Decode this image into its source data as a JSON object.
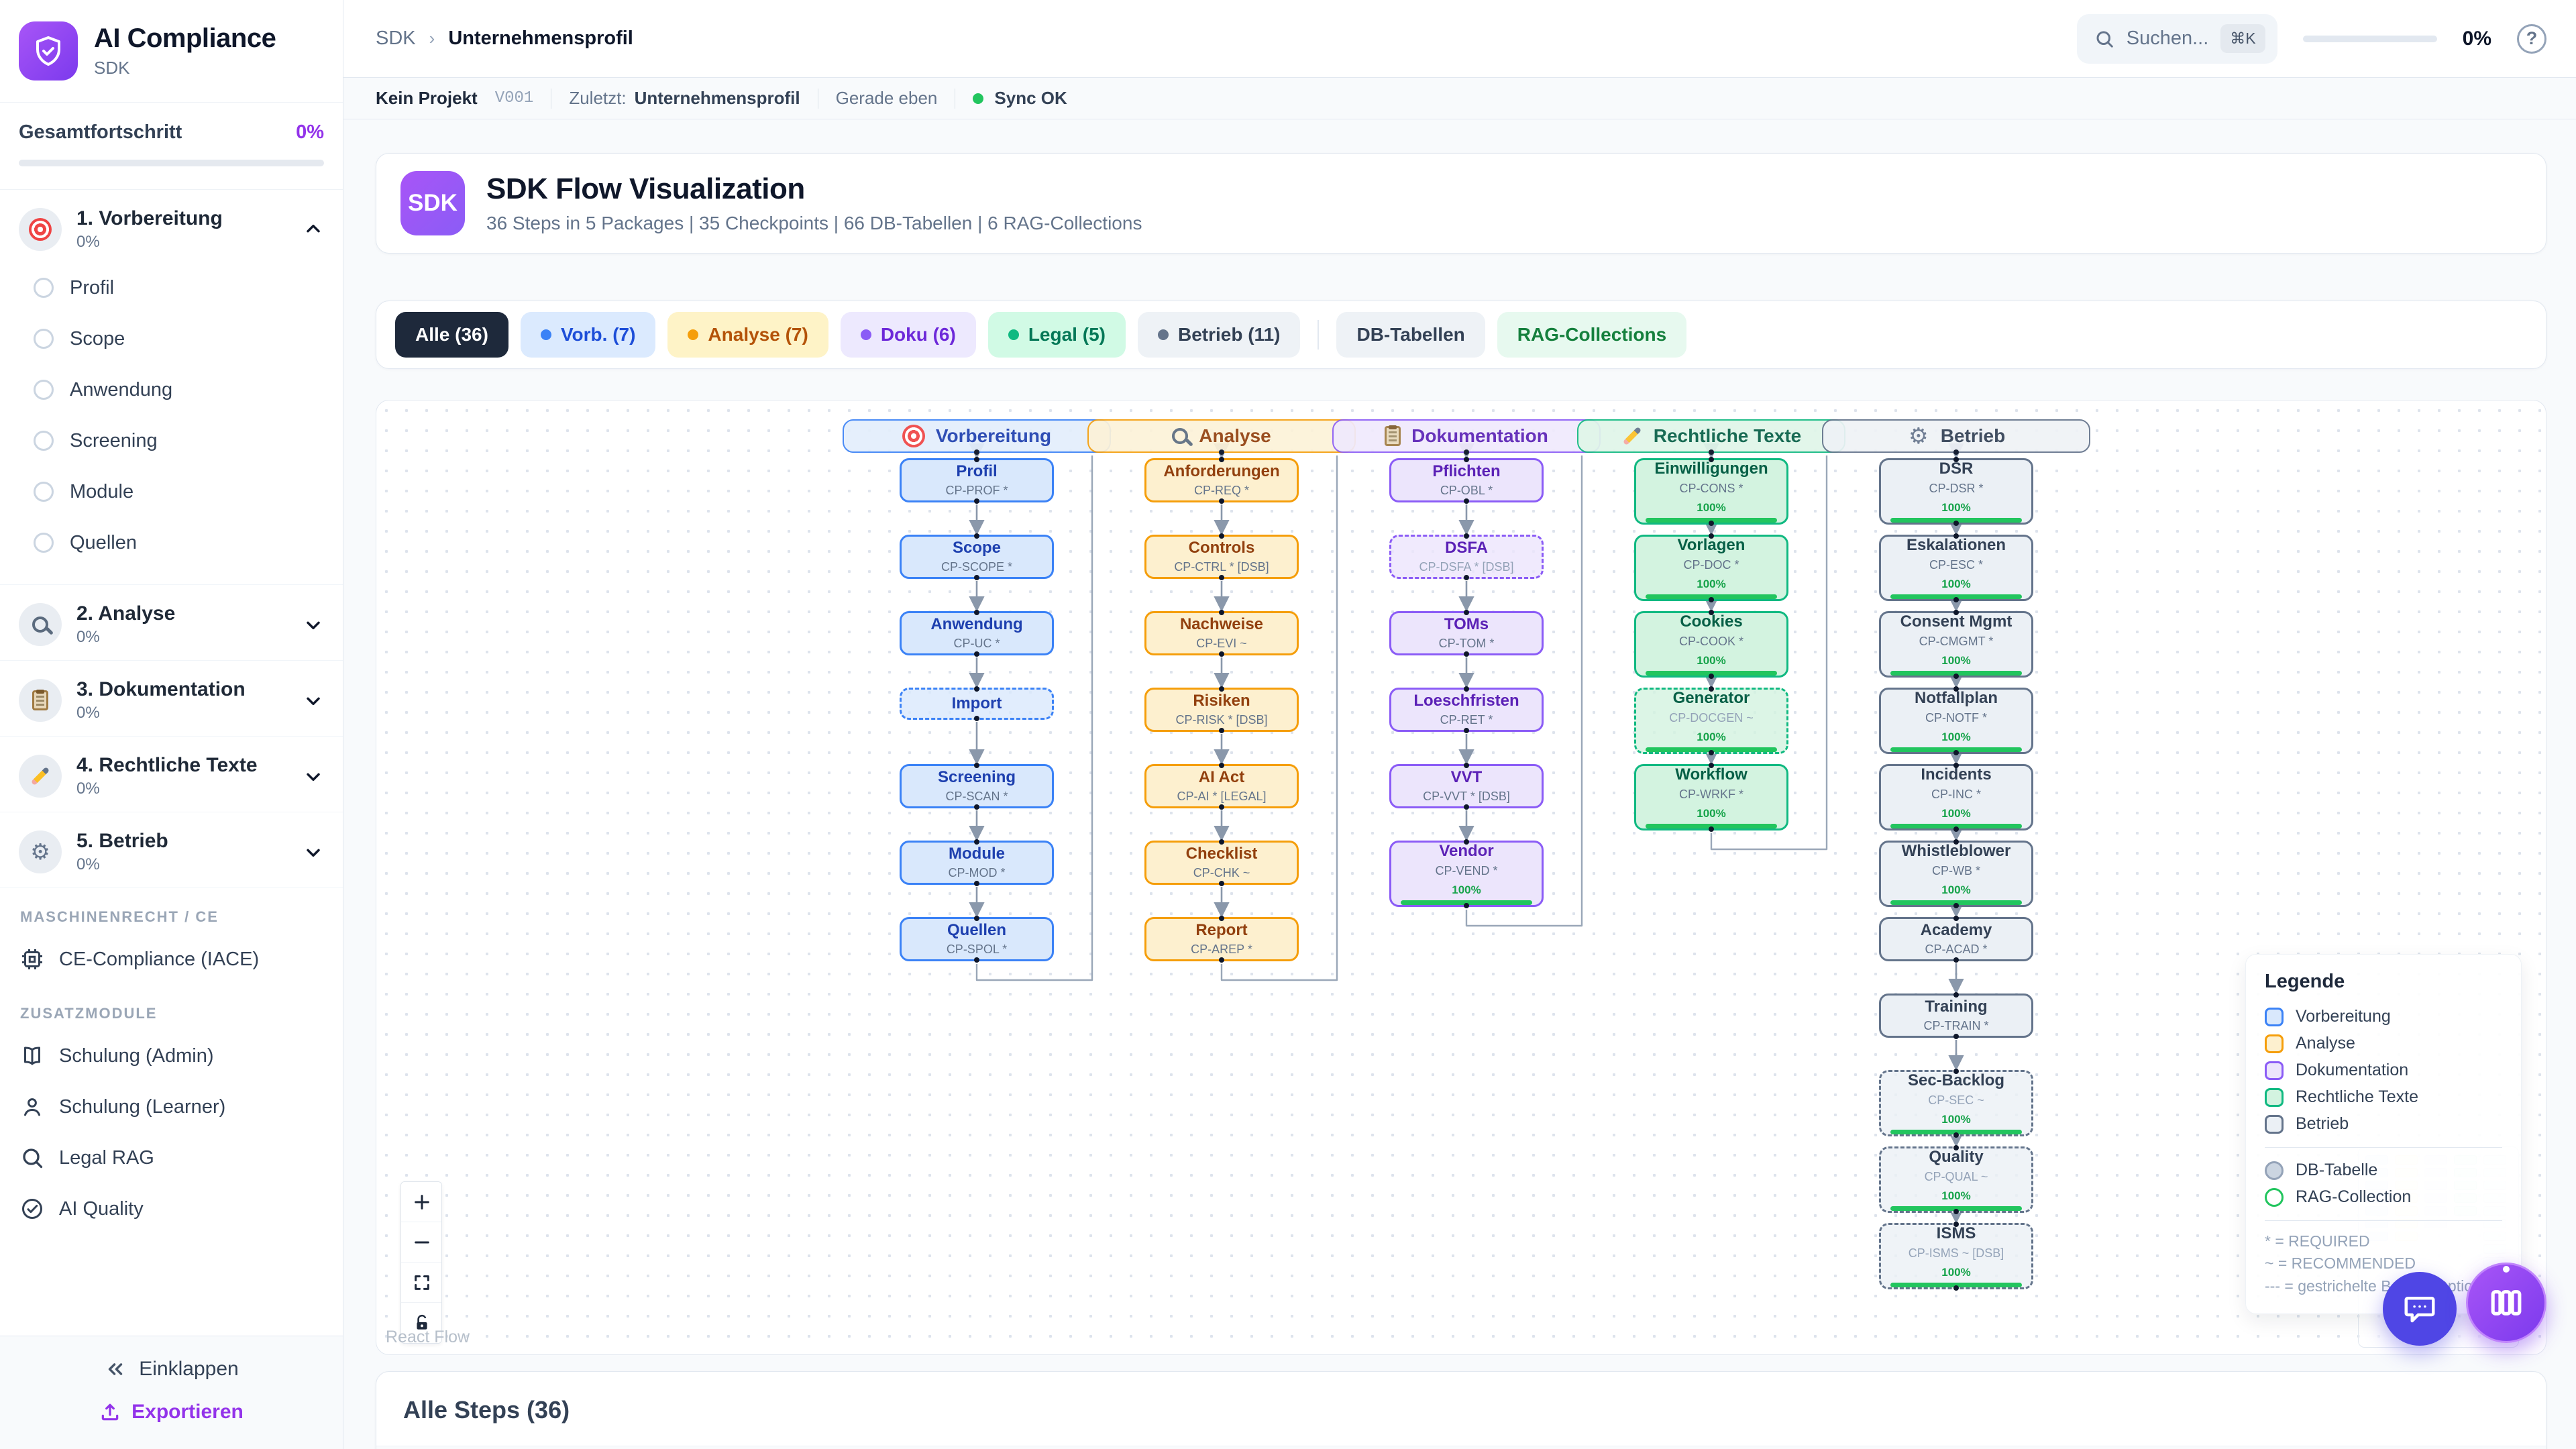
{
  "app": {
    "name": "AI Compliance",
    "subtitle": "SDK"
  },
  "sidebar": {
    "overall_label": "Gesamtfortschritt",
    "overall_value": "0%",
    "sections": [
      {
        "label": "1. Vorbereitung",
        "pct": "0%",
        "icon": "target-icon",
        "expanded": true,
        "items": [
          "Profil",
          "Scope",
          "Anwendung",
          "Screening",
          "Module",
          "Quellen"
        ]
      },
      {
        "label": "2. Analyse",
        "pct": "0%",
        "icon": "magnifier-icon",
        "expanded": false,
        "items": []
      },
      {
        "label": "3. Dokumentation",
        "pct": "0%",
        "icon": "clipboard-icon",
        "expanded": false,
        "items": []
      },
      {
        "label": "4. Rechtliche Texte",
        "pct": "0%",
        "icon": "pencil-icon",
        "expanded": false,
        "items": []
      },
      {
        "label": "5. Betrieb",
        "pct": "0%",
        "icon": "gear-icon",
        "expanded": false,
        "items": []
      }
    ],
    "machine_label": "MASCHINENRECHT / CE",
    "machine_items": [
      {
        "icon": "cpu-icon",
        "label": "CE-Compliance (IACE)"
      }
    ],
    "addons_label": "ZUSATZMODULE",
    "addon_items": [
      {
        "icon": "book-icon",
        "label": "Schulung (Admin)"
      },
      {
        "icon": "user-icon",
        "label": "Schulung (Learner)"
      },
      {
        "icon": "search-icon",
        "label": "Legal RAG"
      },
      {
        "icon": "check-circle-icon",
        "label": "AI Quality"
      }
    ],
    "collapse_label": "Einklappen",
    "export_label": "Exportieren"
  },
  "header": {
    "breadcrumb_root": "SDK",
    "breadcrumb_current": "Unternehmensprofil",
    "search_placeholder": "Suchen...",
    "search_kbd": "⌘K",
    "progress_pct": "0%"
  },
  "statusbar": {
    "project": "Kein Projekt",
    "version": "V001",
    "last_label": "Zuletzt:",
    "last_value": "Unternehmensprofil",
    "time": "Gerade eben",
    "sync": "Sync OK"
  },
  "hero": {
    "avatar": "SDK",
    "title": "SDK Flow Visualization",
    "subtitle": "36 Steps in 5 Packages | 35 Checkpoints | 66 DB-Tabellen | 6 RAG-Collections"
  },
  "filters": [
    {
      "label": "Alle (36)",
      "bg": "#1e293b",
      "fg": "#ffffff",
      "active": true
    },
    {
      "label": "Vorb. (7)",
      "dot": "#3b82f6",
      "bg": "#dbeafe",
      "fg": "#1d4ed8"
    },
    {
      "label": "Analyse (7)",
      "dot": "#f59e0b",
      "bg": "#fef3c7",
      "fg": "#b45309"
    },
    {
      "label": "Doku (6)",
      "dot": "#8b5cf6",
      "bg": "#ede9fe",
      "fg": "#6d28d9"
    },
    {
      "label": "Legal (5)",
      "dot": "#10b981",
      "bg": "#d1fae5",
      "fg": "#047857"
    },
    {
      "label": "Betrieb (11)",
      "dot": "#64748b",
      "bg": "#eef2f6",
      "fg": "#334155"
    },
    {
      "divider": true
    },
    {
      "label": "DB-Tabellen",
      "bg": "#eef2f6",
      "fg": "#334155"
    },
    {
      "label": "RAG-Collections",
      "bg": "#e7f9ef",
      "fg": "#15803d"
    }
  ],
  "flow": {
    "schemes": {
      "blue": {
        "border": "#3b82f6",
        "bg": "#d9e8fc",
        "hbg": "#e3eefc",
        "title": "#1e40af"
      },
      "amber": {
        "border": "#f59e0b",
        "bg": "#fdf0cf",
        "hbg": "#fcf2d8",
        "title": "#92400e"
      },
      "purple": {
        "border": "#8b5cf6",
        "bg": "#ece5fc",
        "hbg": "#f0eafd",
        "title": "#5b21b6"
      },
      "green": {
        "border": "#10b981",
        "bg": "#d3f3e0",
        "hbg": "#e0f6e9",
        "title": "#065f46"
      },
      "slate": {
        "border": "#64748b",
        "bg": "#ebf0f5",
        "hbg": "#eff2f6",
        "title": "#334155"
      }
    },
    "packages": [
      {
        "label": "Vorbereitung",
        "icon": "target-icon",
        "scheme": "blue",
        "nodes": [
          {
            "title": "Profil",
            "code": "CP-PROF *"
          },
          {
            "title": "Scope",
            "code": "CP-SCOPE *"
          },
          {
            "title": "Anwendung",
            "code": "CP-UC *"
          },
          {
            "title": "Import",
            "code": "",
            "dashed": true
          },
          {
            "title": "Screening",
            "code": "CP-SCAN *"
          },
          {
            "title": "Module",
            "code": "CP-MOD *"
          },
          {
            "title": "Quellen",
            "code": "CP-SPOL *"
          }
        ]
      },
      {
        "label": "Analyse",
        "icon": "magnifier-icon",
        "scheme": "amber",
        "nodes": [
          {
            "title": "Anforderungen",
            "code": "CP-REQ *"
          },
          {
            "title": "Controls",
            "code": "CP-CTRL * [DSB]"
          },
          {
            "title": "Nachweise",
            "code": "CP-EVI ~"
          },
          {
            "title": "Risiken",
            "code": "CP-RISK * [DSB]"
          },
          {
            "title": "AI Act",
            "code": "CP-AI * [LEGAL]"
          },
          {
            "title": "Checklist",
            "code": "CP-CHK ~"
          },
          {
            "title": "Report",
            "code": "CP-AREP *"
          }
        ]
      },
      {
        "label": "Dokumentation",
        "icon": "clipboard-icon",
        "scheme": "purple",
        "nodes": [
          {
            "title": "Pflichten",
            "code": "CP-OBL *"
          },
          {
            "title": "DSFA",
            "code": "CP-DSFA * [DSB]",
            "dashed": true
          },
          {
            "title": "TOMs",
            "code": "CP-TOM *"
          },
          {
            "title": "Loeschfristen",
            "code": "CP-RET *"
          },
          {
            "title": "VVT",
            "code": "CP-VVT * [DSB]"
          },
          {
            "title": "Vendor",
            "code": "CP-VEND *",
            "pct": "100%"
          }
        ]
      },
      {
        "label": "Rechtliche Texte",
        "icon": "pencil-icon",
        "scheme": "green",
        "nodes": [
          {
            "title": "Einwilligungen",
            "code": "CP-CONS *",
            "pct": "100%"
          },
          {
            "title": "Vorlagen",
            "code": "CP-DOC *",
            "pct": "100%"
          },
          {
            "title": "Cookies",
            "code": "CP-COOK *",
            "pct": "100%"
          },
          {
            "title": "Generator",
            "code": "CP-DOCGEN ~",
            "pct": "100%",
            "dashed": true
          },
          {
            "title": "Workflow",
            "code": "CP-WRKF *",
            "pct": "100%"
          }
        ]
      },
      {
        "label": "Betrieb",
        "icon": "gear-icon",
        "scheme": "slate",
        "nodes": [
          {
            "title": "DSR",
            "code": "CP-DSR *",
            "pct": "100%"
          },
          {
            "title": "Eskalationen",
            "code": "CP-ESC *",
            "pct": "100%"
          },
          {
            "title": "Consent Mgmt",
            "code": "CP-CMGMT *",
            "pct": "100%"
          },
          {
            "title": "Notfallplan",
            "code": "CP-NOTF *",
            "pct": "100%"
          },
          {
            "title": "Incidents",
            "code": "CP-INC *",
            "pct": "100%"
          },
          {
            "title": "Whistleblower",
            "code": "CP-WB *",
            "pct": "100%"
          },
          {
            "title": "Academy",
            "code": "CP-ACAD *"
          },
          {
            "title": "Training",
            "code": "CP-TRAIN *"
          },
          {
            "title": "Sec-Backlog",
            "code": "CP-SEC ~",
            "pct": "100%",
            "dashed": true
          },
          {
            "title": "Quality",
            "code": "CP-QUAL ~",
            "pct": "100%",
            "dashed": true
          },
          {
            "title": "ISMS",
            "code": "CP-ISMS ~ [DSB]",
            "pct": "100%",
            "dashed": true
          }
        ]
      }
    ],
    "legend": {
      "title": "Legende",
      "package_entries": [
        {
          "label": "Vorbereitung",
          "scheme": "blue"
        },
        {
          "label": "Analyse",
          "scheme": "amber"
        },
        {
          "label": "Dokumentation",
          "scheme": "purple"
        },
        {
          "label": "Rechtliche Texte",
          "scheme": "green"
        },
        {
          "label": "Betrieb",
          "scheme": "slate"
        }
      ],
      "shape_entries": [
        {
          "label": "DB-Tabelle",
          "kind": "circle",
          "border": "#94a3b8",
          "fill": "#cbd5e1"
        },
        {
          "label": "RAG-Collection",
          "kind": "circle",
          "border": "#22c55e",
          "fill": "#ffffff"
        }
      ],
      "notes": [
        "* = REQUIRED",
        "~ = RECOMMENDED",
        "--- = gestrichelte Border: Optional"
      ]
    },
    "attribution": "React Flow"
  },
  "bottom": {
    "title": "Alle Steps (36)"
  }
}
